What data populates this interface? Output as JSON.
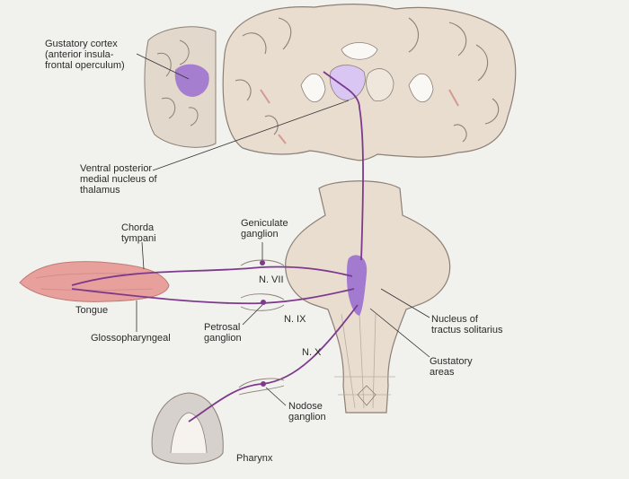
{
  "labels": {
    "gustatory_cortex": "Gustatory cortex\n(anterior insula-\nfrontal operculum)",
    "vpm_thalamus": "Ventral posterior\nmedial nucleus of\nthalamus",
    "chorda_tympani": "Chorda\ntympani",
    "geniculate_ganglion": "Geniculate\nganglion",
    "n_vii": "N. VII",
    "n_ix": "N. IX",
    "n_x": "N. X",
    "tongue": "Tongue",
    "glossopharyngeal": "Glossopharyngeal",
    "petrosal_ganglion": "Petrosal\nganglion",
    "nucleus_tractus_solitarius": "Nucleus of\ntractus solitarius",
    "gustatory_areas": "Gustatory\nareas",
    "nodose_ganglion": "Nodose\nganglion",
    "pharynx": "Pharynx"
  },
  "colors": {
    "background": "#f1f1ee",
    "brain_tissue": "#e9ddd0",
    "brain_outline": "#8c7f74",
    "pathway": "#7d3a8c",
    "highlight": "#9a6fcf",
    "tongue": "#e8a09c"
  }
}
